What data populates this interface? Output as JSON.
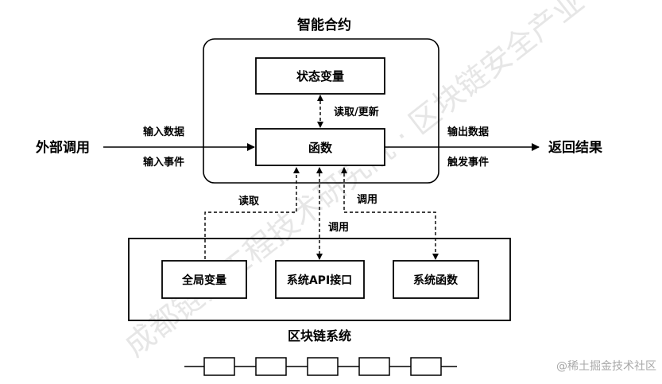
{
  "smart_contract": {
    "title": "智能合约",
    "state_var": "状态变量",
    "function": "函数",
    "read_update": "读取/更新"
  },
  "inputs": {
    "external_call": "外部调用",
    "input_data": "输入数据",
    "input_event": "输入事件"
  },
  "outputs": {
    "return_result": "返回结果",
    "output_data": "输出数据",
    "trigger_event": "触发事件"
  },
  "links": {
    "read": "读取",
    "call_api": "调用",
    "call_func": "调用"
  },
  "blockchain": {
    "title": "区块链系统",
    "global_var": "全局变量",
    "system_api": "系统API接口",
    "system_func": "系统函数",
    "chain_blocks": 5
  },
  "watermarks": {
    "diagonal": "成都链安工程技术研究院 · 区块链安全产业",
    "corner": "@稀土掘金技术社区"
  },
  "colors": {
    "stroke": "#000000",
    "watermark": "#d9d9d9",
    "corner_watermark": "#bdbdbd"
  }
}
